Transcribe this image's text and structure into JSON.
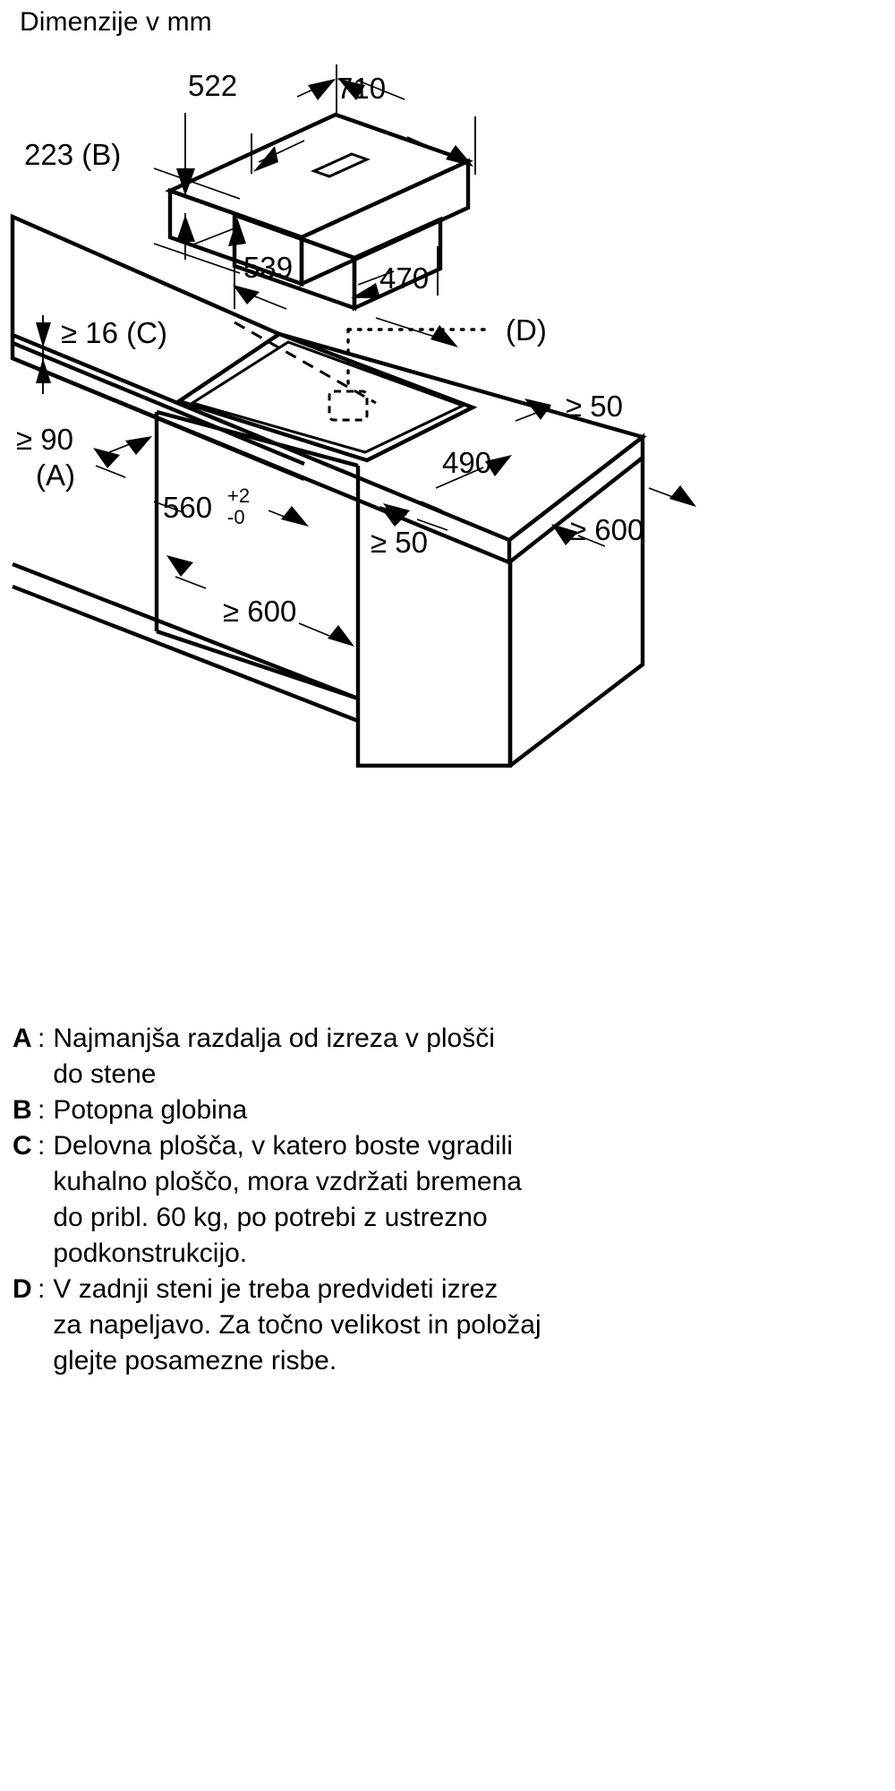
{
  "header": {
    "title": "Dimenzije v mm"
  },
  "diagram": {
    "type": "technical-dimension-drawing",
    "subject": "kuhalna plošča z integrirano napo (installation dimensions)",
    "units": "mm",
    "dimensions": {
      "hob_width": "710",
      "hob_depth": "522",
      "immersion_depth": "223",
      "immersion_depth_label": "223 (B)",
      "body_width": "539",
      "body_depth": "470",
      "worktop_thickness": "≥ 16 (C)",
      "wall_distance": "≥ 90",
      "wall_distance_label": "(A)",
      "cutout_width": "560",
      "cutout_tol_plus": "+2",
      "cutout_tol_minus": "-0",
      "cutout_depth": "490",
      "clearance_right": "≥ 50",
      "clearance_front": "≥ 50",
      "cabinet_depth": "≥ 600",
      "cabinet_width": "≥ 600",
      "rear_cutout_ref": "(D)"
    },
    "callouts": [
      {
        "id": "522",
        "text": "522"
      },
      {
        "id": "710",
        "text": "710"
      },
      {
        "id": "223B",
        "text": "223 (B)"
      },
      {
        "id": "539",
        "text": "539"
      },
      {
        "id": "470",
        "text": "470"
      },
      {
        "id": "16C",
        "text": "≥ 16 (C)"
      },
      {
        "id": "D",
        "text": "(D)"
      },
      {
        "id": "90",
        "text": "≥ 90"
      },
      {
        "id": "A",
        "text": "(A)"
      },
      {
        "id": "560",
        "text": "560"
      },
      {
        "id": "560plus",
        "text": "+2"
      },
      {
        "id": "560minus",
        "text": "-0"
      },
      {
        "id": "490",
        "text": "490"
      },
      {
        "id": "50right",
        "text": "≥ 50"
      },
      {
        "id": "50front",
        "text": "≥ 50"
      },
      {
        "id": "600right",
        "text": "≥ 600"
      },
      {
        "id": "600bottom",
        "text": "≥ 600"
      }
    ]
  },
  "legend": {
    "items": [
      {
        "key": "A",
        "colon": ":",
        "lines": [
          "Najmanjša razdalja od izreza v plošči",
          "do stene"
        ]
      },
      {
        "key": "B",
        "colon": ":",
        "lines": [
          "Potopna globina"
        ]
      },
      {
        "key": "C",
        "colon": ":",
        "lines": [
          "Delovna plošča, v katero boste vgradili",
          "kuhalno ploščo, mora vzdržati bremena",
          "do pribl. 60 kg, po potrebi z ustrezno",
          "podkonstrukcijo."
        ]
      },
      {
        "key": "D",
        "colon": ":",
        "lines": [
          "V zadnji steni je treba predvideti izrez",
          "za napeljavo. Za točno velikost in položaj",
          "glejte posamezne risbe."
        ]
      }
    ]
  },
  "colors": {
    "ink": "#000000",
    "paper": "#ffffff"
  }
}
